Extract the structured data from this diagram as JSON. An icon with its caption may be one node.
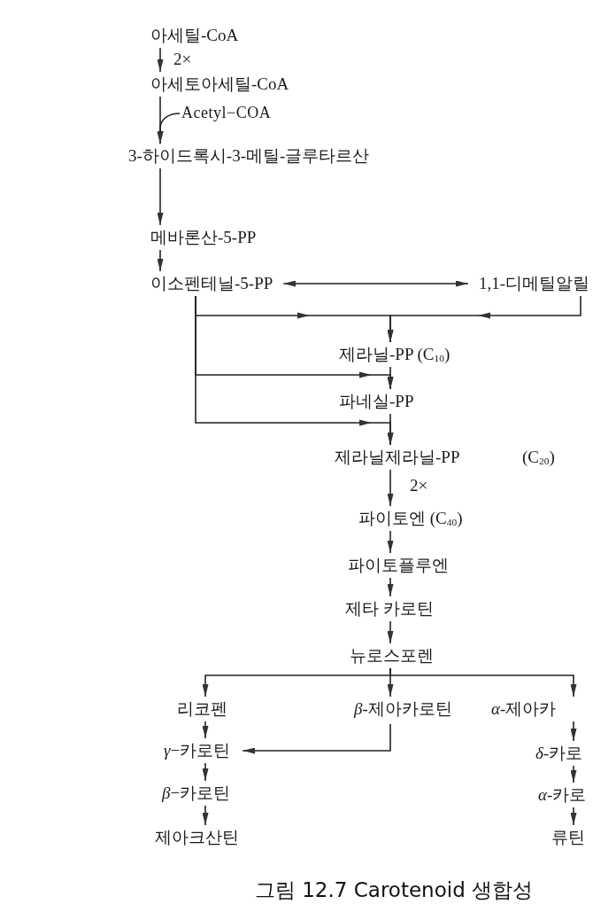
{
  "diagram": {
    "caption": "그림 12.7 Carotenoid 생합성",
    "nodes": [
      {
        "text": [
          "아세틸-CoA"
        ]
      },
      {
        "text": [
          "아세토아세틸-CoA"
        ]
      },
      {
        "text": [
          "Acetyl−COA"
        ]
      },
      {
        "text": [
          "3-하이드록시-3-메틸-글루타르산"
        ]
      },
      {
        "text": [
          "메바론산-5-PP"
        ]
      },
      {
        "text": [
          "이소펜테닐-5-PP"
        ]
      },
      {
        "text": [
          "1,1-디메틸알릴"
        ]
      },
      {
        "text": [
          "제라닐-PP (C$_{10}$)"
        ]
      },
      {
        "text": [
          "파네실-PP"
        ]
      },
      {
        "text": [
          "제라닐제라닐-PP"
        ],
        "beside": [
          "(C$_{20}$)"
        ]
      },
      {
        "text": [
          "파이토엔 (C$_{40}$)"
        ]
      },
      {
        "text": [
          "파이토플루엔"
        ]
      },
      {
        "text": [
          "제타 카로틴"
        ]
      },
      {
        "text": [
          "뉴로스포렌"
        ]
      },
      {
        "text": [
          "리코펜"
        ]
      },
      {
        "text": [
          "*β*-제아카로틴"
        ]
      },
      {
        "text": [
          "*α*-제아카"
        ]
      },
      {
        "text": [
          "*γ*−카로틴"
        ]
      },
      {
        "text": [
          "*δ*-카로"
        ]
      },
      {
        "text": [
          "*β*−카로틴"
        ]
      },
      {
        "text": [
          "*α*-카로"
        ]
      },
      {
        "text": [
          "제아크산틴"
        ]
      },
      {
        "text": [
          "류틴"
        ]
      }
    ],
    "edges": [
      {
        "from": 0,
        "to": 1,
        "arrow": "to",
        "label": "2×"
      },
      {
        "from": 1,
        "to": 3,
        "arrow": "to"
      },
      {
        "from": 2,
        "to": 3,
        "arrow": "to"
      },
      {
        "from": 3,
        "to": 4,
        "arrow": "to"
      },
      {
        "from": 4,
        "to": 5,
        "arrow": "to"
      },
      {
        "from": 5,
        "to": 6,
        "arrow": "both"
      },
      {
        "from": 5,
        "to": 7,
        "arrow": "to"
      },
      {
        "from": 6,
        "to": 7,
        "arrow": "to"
      },
      {
        "from": 5,
        "to": 8,
        "arrow": "to"
      },
      {
        "from": 5,
        "to": 9,
        "arrow": "to"
      },
      {
        "from": 7,
        "to": 8,
        "arrow": "to"
      },
      {
        "from": 8,
        "to": 9,
        "arrow": "to"
      },
      {
        "from": 9,
        "to": 10,
        "arrow": "to",
        "label": "2×"
      },
      {
        "from": 10,
        "to": 11,
        "arrow": "to"
      },
      {
        "from": 11,
        "to": 12,
        "arrow": "to"
      },
      {
        "from": 12,
        "to": 13,
        "arrow": "to"
      },
      {
        "from": 13,
        "to": 14,
        "arrow": "to"
      },
      {
        "from": 13,
        "to": 15,
        "arrow": "to"
      },
      {
        "from": 13,
        "to": 16,
        "arrow": "to"
      },
      {
        "from": 14,
        "to": 17,
        "arrow": "to"
      },
      {
        "from": 15,
        "to": 17,
        "arrow": "to"
      },
      {
        "from": 17,
        "to": 19,
        "arrow": "to"
      },
      {
        "from": 19,
        "to": 21,
        "arrow": "to"
      },
      {
        "from": 16,
        "to": 18,
        "arrow": "to"
      },
      {
        "from": 18,
        "to": 20,
        "arrow": "to"
      },
      {
        "from": 20,
        "to": 22,
        "arrow": "to"
      }
    ]
  }
}
